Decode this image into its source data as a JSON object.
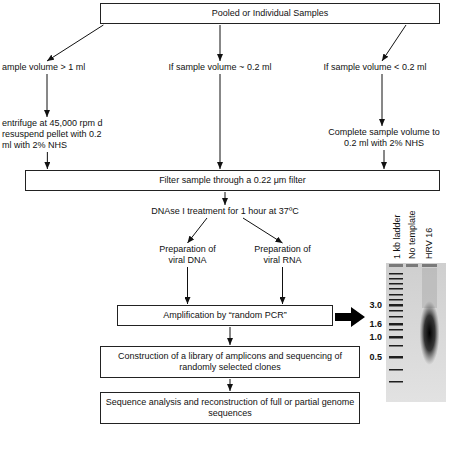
{
  "diagram": {
    "nodes": [
      {
        "text": [
          "Pooled or Individual Samples"
        ]
      },
      {
        "text": [
          "ample volume > 1 ml"
        ]
      },
      {
        "text": [
          "If sample volume ~ 0.2 ml"
        ]
      },
      {
        "text": [
          "If sample volume < 0.2 ml"
        ]
      },
      {
        "text": [
          "entrifuge at 45,000 rpm d resuspend pellet with 0.2 ml with 2% NHS"
        ]
      },
      {
        "text": [
          "Complete sample volume to 0.2 ml with 2% NHS"
        ]
      },
      {
        "text": [
          "Filter sample through a 0.22 μm filter"
        ]
      },
      {
        "text": [
          "DNAse I treatment for 1 hour at 37ºC"
        ]
      },
      {
        "text": [
          "Preparation of viral DNA"
        ]
      },
      {
        "text": [
          "Preparation of viral RNA"
        ]
      },
      {
        "text": [
          "Amplification by “random PCR”"
        ]
      },
      {
        "text": [
          "Construction of a library of amplicons and sequencing of randomly selected clones"
        ]
      },
      {
        "text": [
          "Sequence analysis and reconstruction of full or partial genome sequences"
        ]
      }
    ],
    "edges": [
      {
        "from": 0,
        "to": 1,
        "arrow": "to"
      },
      {
        "from": 0,
        "to": 2,
        "arrow": "to"
      },
      {
        "from": 0,
        "to": 3,
        "arrow": "to"
      },
      {
        "from": 1,
        "to": 4,
        "arrow": "to"
      },
      {
        "from": 3,
        "to": 5,
        "arrow": "to"
      },
      {
        "from": 4,
        "to": 6,
        "arrow": "to"
      },
      {
        "from": 2,
        "to": 6,
        "arrow": "to"
      },
      {
        "from": 5,
        "to": 6,
        "arrow": "to"
      },
      {
        "from": 6,
        "to": 7,
        "arrow": "to"
      },
      {
        "from": 7,
        "to": 8,
        "arrow": "to"
      },
      {
        "from": 7,
        "to": 9,
        "arrow": "to"
      },
      {
        "from": 8,
        "to": 10,
        "arrow": "to"
      },
      {
        "from": 9,
        "to": 10,
        "arrow": "to"
      },
      {
        "from": 10,
        "to": 11,
        "arrow": "to"
      },
      {
        "from": 11,
        "to": 12,
        "arrow": "to"
      }
    ],
    "labels": [
      "1 kb ladder",
      "No template",
      "HRV 16",
      "3.0",
      "1.6",
      "1.0",
      "0.5"
    ]
  }
}
